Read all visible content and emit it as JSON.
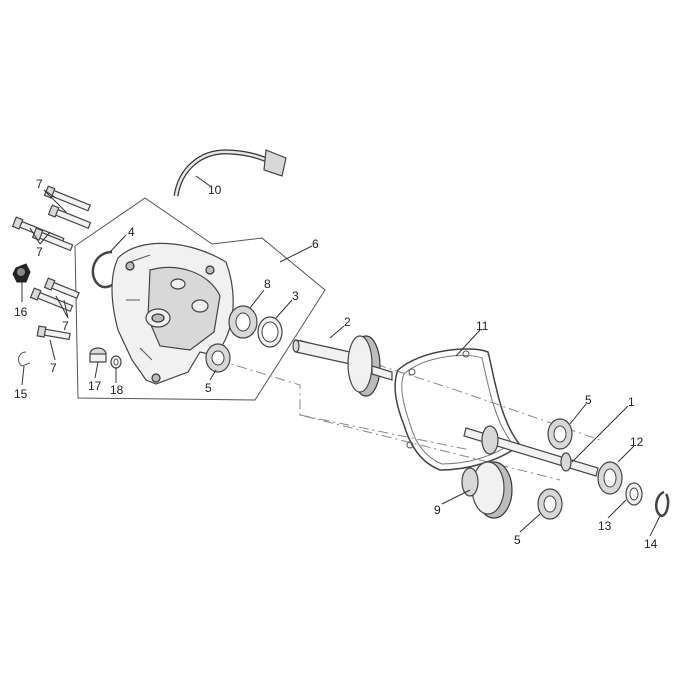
{
  "callouts": [
    {
      "id": "c7a",
      "label": "7"
    },
    {
      "id": "c7b",
      "label": "7"
    },
    {
      "id": "c7c",
      "label": "7"
    },
    {
      "id": "c7d",
      "label": "7"
    },
    {
      "id": "c16",
      "label": "16"
    },
    {
      "id": "c15",
      "label": "15"
    },
    {
      "id": "c4",
      "label": "4"
    },
    {
      "id": "c10",
      "label": "10"
    },
    {
      "id": "c6",
      "label": "6"
    },
    {
      "id": "c8",
      "label": "8"
    },
    {
      "id": "c3",
      "label": "3"
    },
    {
      "id": "c5a",
      "label": "5"
    },
    {
      "id": "c17",
      "label": "17"
    },
    {
      "id": "c18",
      "label": "18"
    },
    {
      "id": "c2",
      "label": "2"
    },
    {
      "id": "c11",
      "label": "11"
    },
    {
      "id": "c5b",
      "label": "5"
    },
    {
      "id": "c1",
      "label": "1"
    },
    {
      "id": "c12",
      "label": "12"
    },
    {
      "id": "c9",
      "label": "9"
    },
    {
      "id": "c13",
      "label": "13"
    },
    {
      "id": "c5c",
      "label": "5"
    },
    {
      "id": "c14",
      "label": "14"
    }
  ]
}
